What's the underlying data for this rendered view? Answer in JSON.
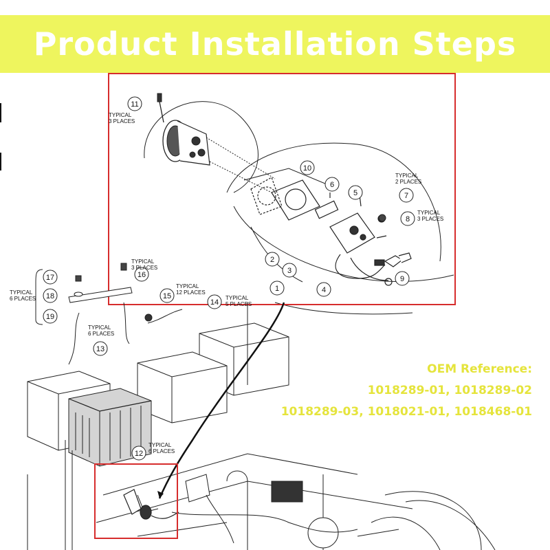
{
  "banner": {
    "title": "Product Installation Steps",
    "color": "#eef55e"
  },
  "oem": {
    "heading": "OEM Reference:",
    "line1": "1018289-01, 1018289-02",
    "line2": "1018289-03, 1018021-01, 1018468-01",
    "color": "#e5e43c"
  },
  "highlight_color": "#d62c2c",
  "callouts": {
    "c1": "1",
    "c2": "2",
    "c3": "3",
    "c4": "4",
    "c5": "5",
    "c6": "6",
    "c7": "7",
    "c8": "8",
    "c9": "9",
    "c10": "10",
    "c11": "11",
    "c12": "12",
    "c13": "13",
    "c14": "14",
    "c15": "15",
    "c16": "16",
    "c17": "17",
    "c18": "18",
    "c19": "19"
  },
  "notes": {
    "n11_a": "TYPICAL",
    "n11_b": "3 PLACES",
    "n7_a": "TYPICAL",
    "n7_b": "2 PLACES",
    "n8_a": "TYPICAL",
    "n8_b": "3 PLACES",
    "n16_a": "TYPICAL",
    "n16_b": "3 PLACES",
    "n15_a": "TYPICAL",
    "n15_b": "12 PLACES",
    "n14_a": "TYPICAL",
    "n14_b": "5 PLACES",
    "n1718_a": "TYPICAL",
    "n1718_b": "6 PLACES",
    "n19_a": "TYPICAL",
    "n19_b": "6 PLACES",
    "n12_a": "TYPICAL",
    "n12_b": "6 PLACES"
  }
}
